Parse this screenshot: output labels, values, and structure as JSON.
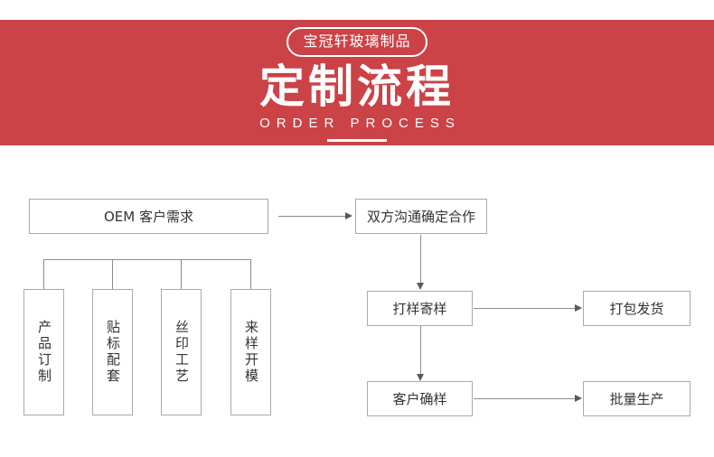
{
  "banner": {
    "badge_label": "宝冠轩玻璃制品",
    "title": "定制流程",
    "subtitle": "ORDER PROCESS",
    "background_color": "#cb4247",
    "text_color": "#ffffff"
  },
  "flow": {
    "line_color": "#8c8c8c",
    "node_border_color": "#a9a9a9",
    "node_text_color": "#333333",
    "nodes": {
      "oem_requirement": "OEM 客户需求",
      "confirm_cooperation": "双方沟通确定合作",
      "sample_making": "打样寄样",
      "packing_shipping": "打包发货",
      "customer_confirm": "客户确样",
      "mass_production": "批量生产"
    },
    "branches": [
      {
        "label": "产品订制"
      },
      {
        "label": "贴标配套"
      },
      {
        "label": "丝印工艺"
      },
      {
        "label": "来样开模"
      }
    ]
  }
}
